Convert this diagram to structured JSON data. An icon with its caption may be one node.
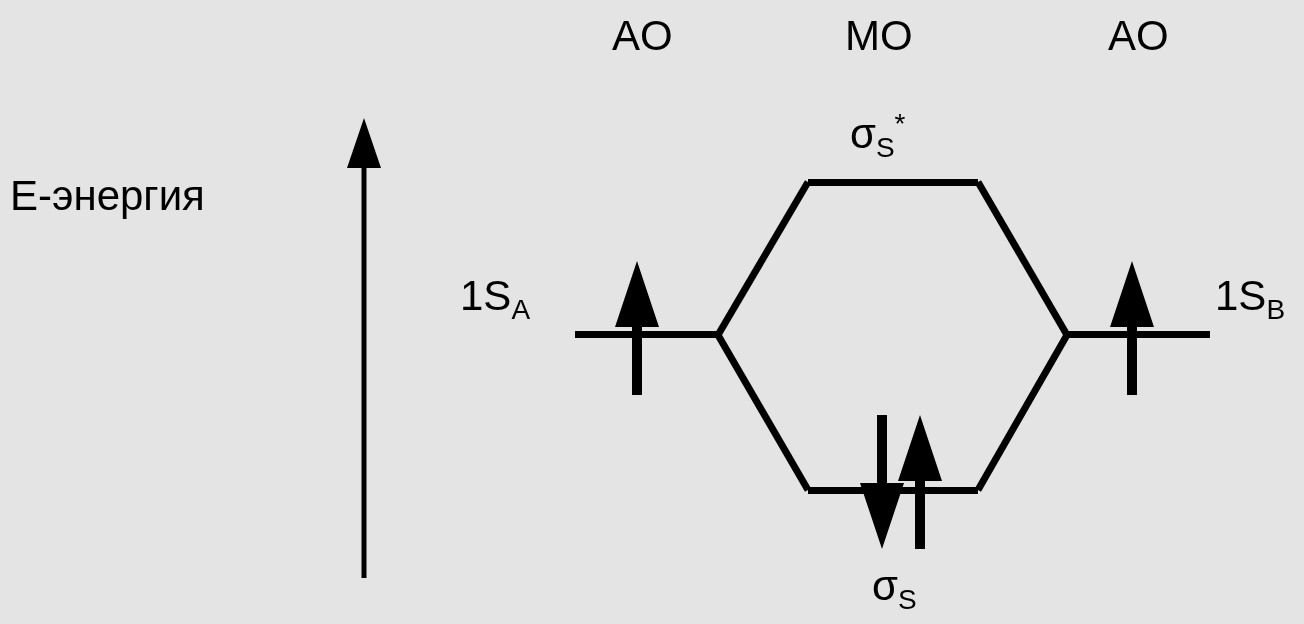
{
  "diagram": {
    "nodes": [
      {
        "text": [
          "1S$_{A}$"
        ]
      },
      {
        "text": [
          "σ$_{S}$$^{*}$"
        ]
      },
      {
        "text": [
          "σ$_{S}$"
        ]
      },
      {
        "text": [
          "1S$_{B}$"
        ]
      }
    ],
    "edges": [
      {
        "from": 0,
        "to": 1,
        "arrow": "none"
      },
      {
        "from": 0,
        "to": 2,
        "arrow": "none"
      },
      {
        "from": 3,
        "to": 1,
        "arrow": "none"
      },
      {
        "from": 3,
        "to": 2,
        "arrow": "none"
      }
    ],
    "labels": [
      "AO",
      "MO",
      "AO",
      "E-энергия"
    ]
  }
}
